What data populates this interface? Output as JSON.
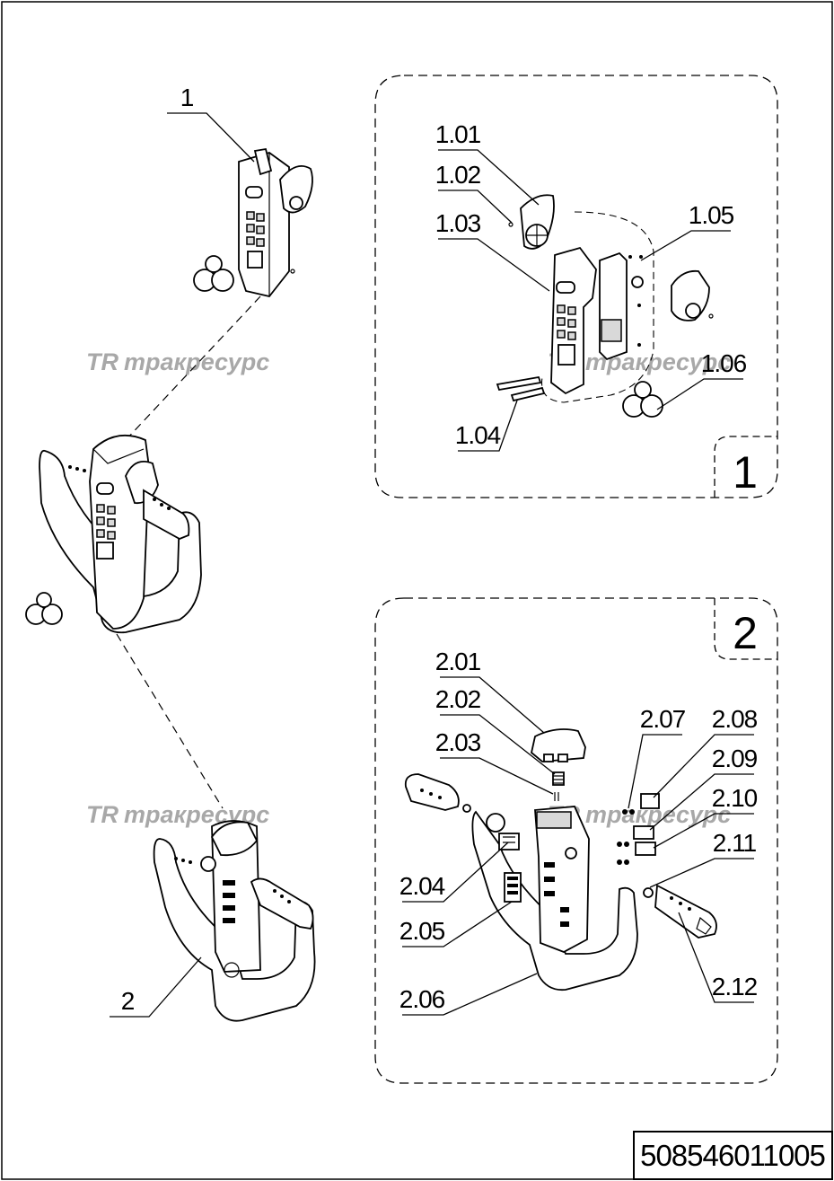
{
  "document": {
    "number": "508546011005"
  },
  "watermark": {
    "text": "тракресурс",
    "logo": "TR"
  },
  "assembly_labels": {
    "a1": "1",
    "a2": "2"
  },
  "detail_boxes": {
    "box1": {
      "number": "1"
    },
    "box2": {
      "number": "2"
    }
  },
  "callouts_box1": [
    "1.01",
    "1.02",
    "1.03",
    "1.04",
    "1.05",
    "1.06"
  ],
  "callouts_box2": [
    "2.01",
    "2.02",
    "2.03",
    "2.04",
    "2.05",
    "2.06",
    "2.07",
    "2.08",
    "2.09",
    "2.10",
    "2.11",
    "2.12"
  ]
}
